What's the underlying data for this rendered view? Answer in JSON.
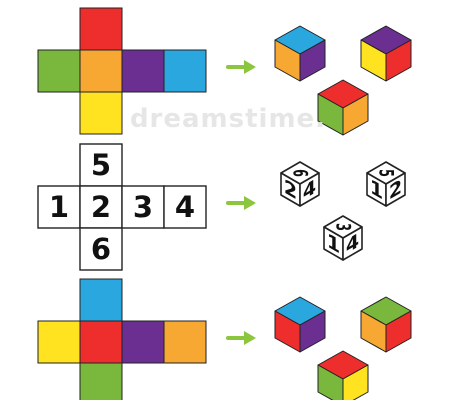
{
  "watermark": "dreamstime.",
  "colors": {
    "red": "#ee2d2d",
    "orange": "#f7a833",
    "purple": "#6a2f91",
    "blue": "#2aa7df",
    "green": "#79b83d",
    "yellow": "#ffe320",
    "arrow": "#8cc63f",
    "stroke": "#222222"
  },
  "puzzles": [
    {
      "type": "color",
      "net": {
        "top": "red",
        "left": "green",
        "center": "orange",
        "right1": "purple",
        "right2": "blue",
        "bottom": "yellow"
      },
      "cubes": [
        {
          "top": "blue",
          "left": "orange",
          "right": "purple"
        },
        {
          "top": "purple",
          "left": "yellow",
          "right": "red"
        },
        {
          "top": "red",
          "left": "green",
          "right": "orange"
        }
      ]
    },
    {
      "type": "number",
      "net": {
        "top": "5",
        "left": "1",
        "center": "2",
        "right1": "3",
        "right2": "4",
        "bottom": "6"
      },
      "cubes": [
        {
          "top": "6",
          "left": "2",
          "right": "4"
        },
        {
          "top": "5",
          "left": "1",
          "right": "2"
        },
        {
          "top": "3",
          "left": "1",
          "right": "4"
        }
      ]
    },
    {
      "type": "color",
      "net": {
        "top": "blue",
        "left": "yellow",
        "center": "red",
        "right1": "purple",
        "right2": "orange",
        "bottom": "green"
      },
      "cubes": [
        {
          "top": "blue",
          "left": "red",
          "right": "purple"
        },
        {
          "top": "green",
          "left": "orange",
          "right": "red"
        },
        {
          "top": "red",
          "left": "green",
          "right": "yellow"
        }
      ]
    }
  ]
}
